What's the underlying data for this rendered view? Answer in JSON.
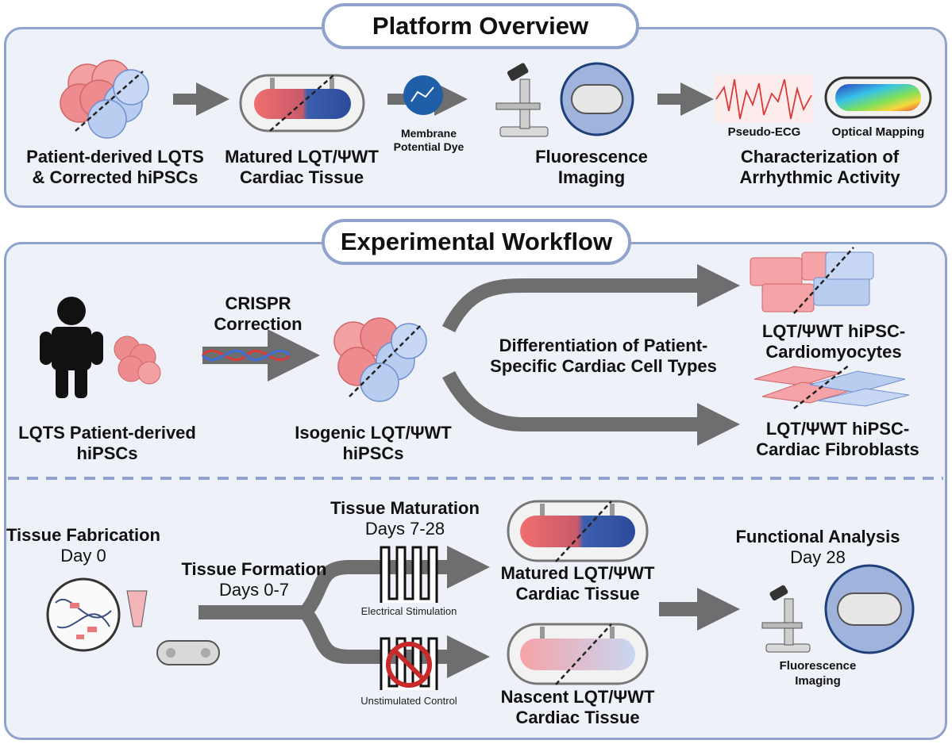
{
  "colors": {
    "panel_bg": "#eef1f8",
    "panel_border": "#8fa3cc",
    "arrow": "#6e6e6e",
    "lqt_red": "#e8767a",
    "wt_blue": "#7fa6e0"
  },
  "platform": {
    "title": "Platform Overview",
    "step1_line1": "Patient-derived LQTS",
    "step1_line2": "& Corrected hiPSCs",
    "step2_line1": "Matured LQT/ΨWT",
    "step2_line2": "Cardiac Tissue",
    "dye_line1": "Membrane",
    "dye_line2": "Potential Dye",
    "step3_line1": "Fluorescence",
    "step3_line2": "Imaging",
    "ecg_label": "Pseudo-ECG",
    "mapping_label": "Optical Mapping",
    "step4_line1": "Characterization of",
    "step4_line2": "Arrhythmic Activity"
  },
  "workflow": {
    "title": "Experimental Workflow",
    "patient_line1": "LQTS Patient-derived",
    "patient_line2": "hiPSCs",
    "crispr_line1": "CRISPR",
    "crispr_line2": "Correction",
    "isogenic_line1": "Isogenic LQT/ΨWT",
    "isogenic_line2": "hiPSCs",
    "diff_line1": "Differentiation of Patient-",
    "diff_line2": "Specific Cardiac Cell Types",
    "cm_line1": "LQT/ΨWT hiPSC-",
    "cm_line2": "Cardiomyocytes",
    "fb_line1": "LQT/ΨWT hiPSC-",
    "fb_line2": "Cardiac Fibroblasts",
    "fab_title": "Tissue Fabrication",
    "fab_day": "Day 0",
    "formation_title": "Tissue Formation",
    "formation_days": "Days 0-7",
    "maturation_title": "Tissue Maturation",
    "maturation_days": "Days 7-28",
    "estim_label": "Electrical Stimulation",
    "unstim_label": "Unstimulated Control",
    "matured_line1": "Matured LQT/ΨWT",
    "matured_line2": "Cardiac Tissue",
    "nascent_line1": "Nascent LQT/ΨWT",
    "nascent_line2": "Cardiac Tissue",
    "func_title": "Functional Analysis",
    "func_day": "Day 28",
    "fi_line1": "Fluorescence",
    "fi_line2": "Imaging"
  }
}
